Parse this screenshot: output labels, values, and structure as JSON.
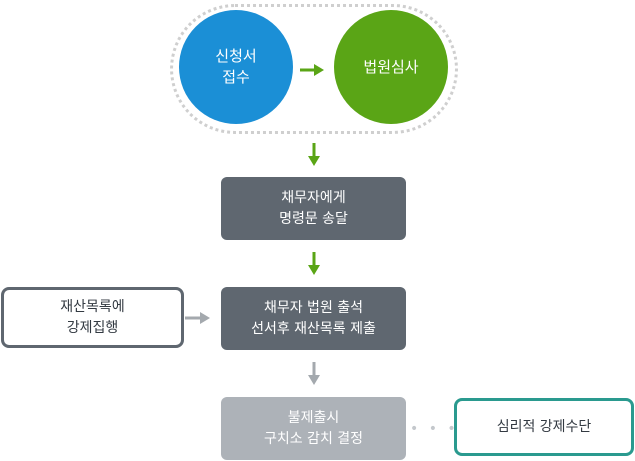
{
  "nodes": {
    "application": {
      "line1": "신청서",
      "line2": "접수"
    },
    "court_review": {
      "label": "법원심사"
    },
    "order_delivery": {
      "line1": "채무자에게",
      "line2": "명령문 송달"
    },
    "court_appearance": {
      "line1": "채무자 법원 출석",
      "line2": "선서후 재산목록 제출"
    },
    "asset_list_enforcement": {
      "line1": "재산목록에",
      "line2": "강제집행"
    },
    "travel_ban": {
      "line1": "불제출시",
      "line2": "구치소 감치 결정"
    },
    "psychological_measure": {
      "label": "심리적 강제수단"
    }
  },
  "connector": {
    "ellipsis": "• • •"
  },
  "colors": {
    "blue": "#1b8fd6",
    "green": "#5aa516",
    "dark_box": "#5f6770",
    "grey_box": "#adb2b8",
    "teal_border": "#2a9a8f",
    "arrow_green": "#5aa516",
    "arrow_grey": "#a4a9ae"
  }
}
